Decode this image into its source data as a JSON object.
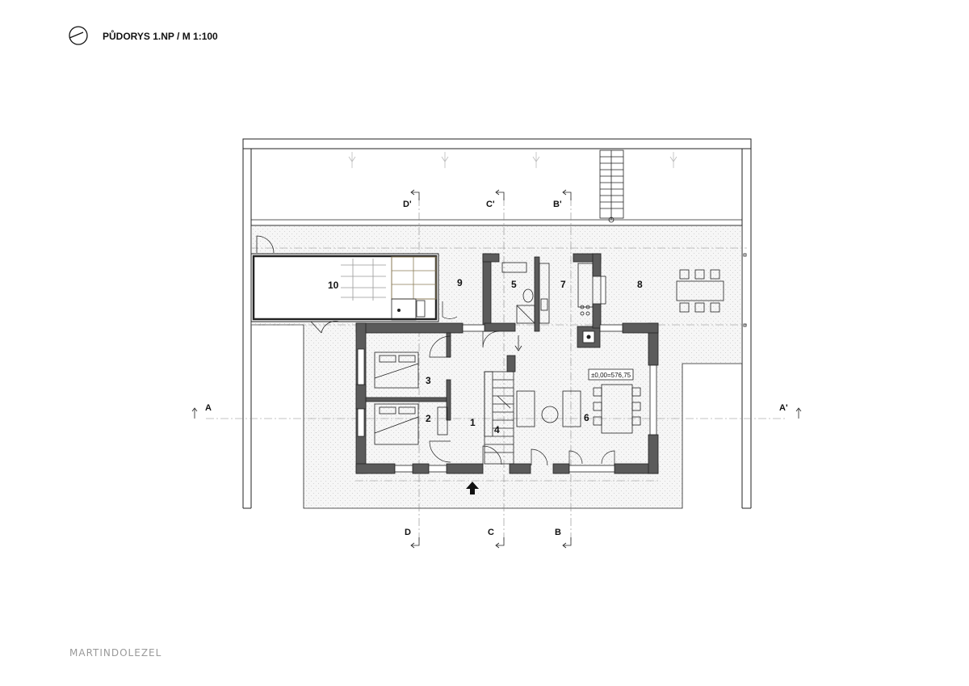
{
  "title": "PŮDORYS 1.NP / M 1:100",
  "brand": "MARTINDOLEZEL",
  "level_tag": "±0,00=576,75",
  "rooms": {
    "r1": "1",
    "r2": "2",
    "r3": "3",
    "r4": "4",
    "r5": "5",
    "r6": "6",
    "r7": "7",
    "r8": "8",
    "r9": "9",
    "r10": "10"
  },
  "sections": {
    "a": "A",
    "a_prime": "A'",
    "b": "B",
    "b_prime": "B'",
    "c": "C",
    "c_prime": "C'",
    "d": "D",
    "d_prime": "D'"
  },
  "colors": {
    "wall": "#5b5b5b",
    "line": "#222222",
    "paving": "#f2f2f2",
    "axis": "#888888"
  },
  "icons": [
    "north-arrow-icon",
    "entrance-arrow-icon",
    "section-marker-icon"
  ]
}
